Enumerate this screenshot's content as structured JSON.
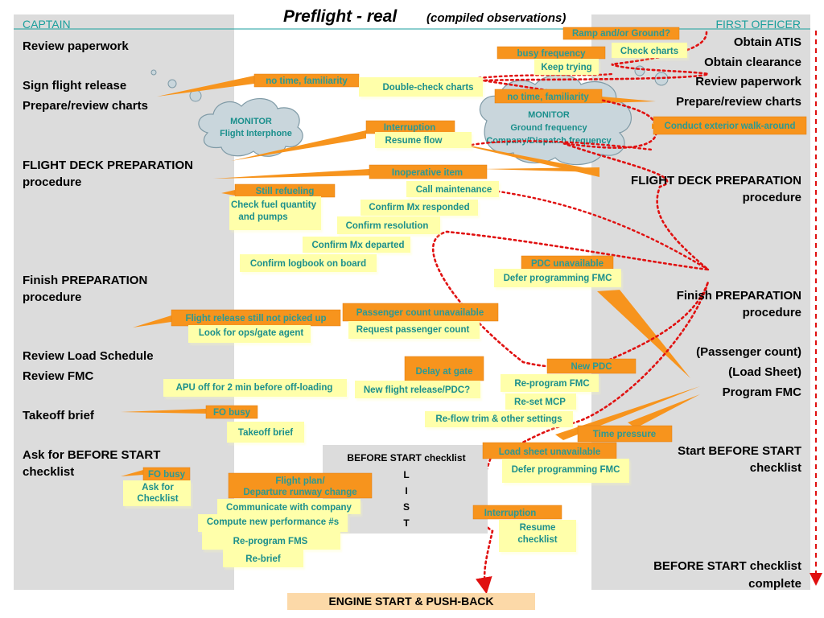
{
  "title": {
    "main": "Preflight - real",
    "sub": "(compiled observations)"
  },
  "headers": {
    "captain": "CAPTAIN",
    "first_officer": "FIRST OFFICER"
  },
  "captain_tasks": [
    "Review paperwork",
    "Sign flight release",
    "Prepare/review charts",
    "FLIGHT DECK PREPARATION",
    "procedure",
    "Finish PREPARATION",
    "procedure",
    "Review Load Schedule",
    "Review FMC",
    "Takeoff brief",
    "Ask for BEFORE START",
    "checklist"
  ],
  "fo_tasks": [
    "Obtain ATIS",
    "Obtain clearance",
    "Review paperwork",
    "Prepare/review charts",
    "FLIGHT DECK PREPARATION",
    "procedure",
    "Finish PREPARATION",
    "procedure",
    "(Passenger count)",
    "(Load Sheet)",
    "Program FMC",
    "Start BEFORE START",
    "checklist",
    "BEFORE START checklist",
    "complete"
  ],
  "disruptions": [
    "Ramp and/or Ground?",
    "busy frequency",
    "no time, familiarity",
    "no time, familiarity",
    "Conduct exterior walk-around",
    "Interruption",
    "Inoperative item",
    "Still refueling",
    "PDC unavailable",
    "Passenger count unavailable",
    "Flight release still not picked up",
    "Delay at gate",
    "New PDC",
    "FO busy",
    "Time pressure",
    "Load sheet unavailable",
    "FO busy",
    "Flight plan/",
    "Departure runway change",
    "Interruption"
  ],
  "responses": [
    "Check charts",
    "Keep trying",
    "Double-check charts",
    "Resume  flow",
    "Call maintenance",
    "Check fuel quantity",
    "and pumps",
    "Confirm Mx responded",
    "Confirm resolution",
    "Confirm Mx departed",
    "Confirm logbook on board",
    "Defer programming FMC",
    "Request passenger count",
    "Look for ops/gate agent",
    "New flight release/PDC?",
    "Re-program FMC",
    "Re-set MCP",
    "Re-flow trim &  other settings",
    "APU off for 2 min before off-loading",
    "Takeoff brief",
    "Defer programming FMC",
    "Ask  for",
    "Checklist",
    "Communicate with company",
    "Compute new performance #s",
    "Re-program FMS",
    "Re-brief",
    "Resume",
    "checklist"
  ],
  "clouds": {
    "captain": [
      "MONITOR",
      "Flight Interphone"
    ],
    "fo": [
      "MONITOR",
      "Ground frequency",
      "Company/Dispatch  frequency"
    ]
  },
  "checklist_box": {
    "title": "BEFORE START checklist",
    "letters": [
      "L",
      "I",
      "S",
      "T"
    ]
  },
  "engine_start": "ENGINE START & PUSH-BACK",
  "colors": {
    "panel": "#dcdcdc",
    "header_teal": "#1a9f9c",
    "disruption_orange": "#f7941d",
    "note_yellow": "#ffffaa",
    "flow_red": "#e01010",
    "engine_box": "#fcd9a8"
  }
}
